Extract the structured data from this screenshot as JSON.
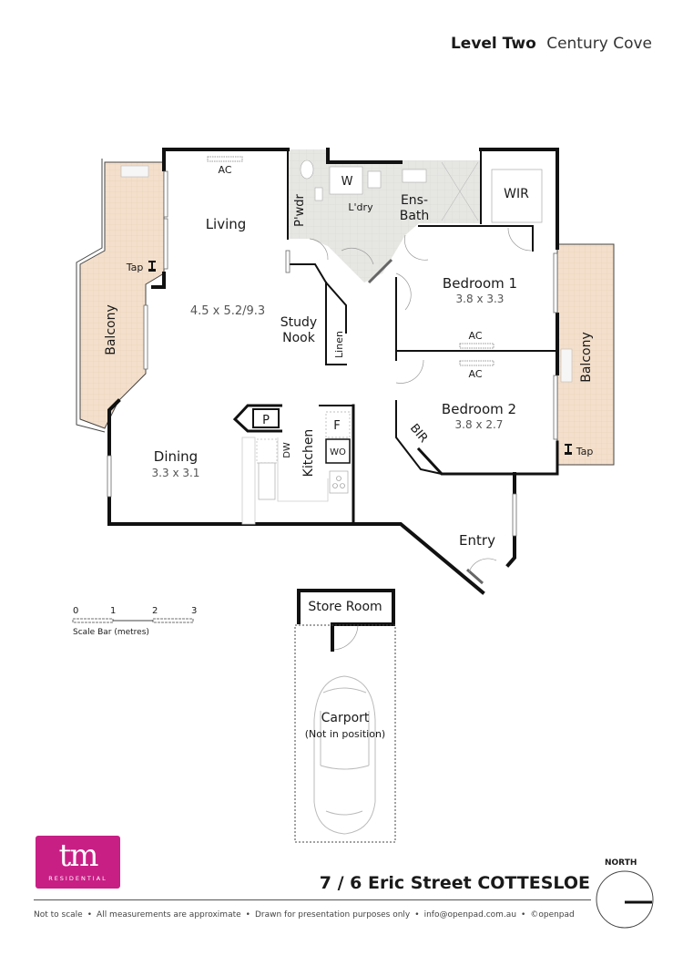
{
  "header": {
    "level": "Level Two",
    "building": "Century Cove"
  },
  "rooms": {
    "living": {
      "name": "Living",
      "dims": "4.5 x 5.2/9.3"
    },
    "dining": {
      "name": "Dining",
      "dims": "3.3 x 3.1"
    },
    "kitchen": {
      "name": "Kitchen"
    },
    "study": {
      "name_line1": "Study",
      "name_line2": "Nook"
    },
    "linen": {
      "name": "Linen"
    },
    "powder": {
      "name": "P'wdr"
    },
    "laundry": {
      "name": "L'dry"
    },
    "ensuite": {
      "name_line1": "Ens-",
      "name_line2": "Bath"
    },
    "wir": {
      "name": "WIR"
    },
    "bedroom1": {
      "name": "Bedroom 1",
      "dims": "3.8 x 3.3"
    },
    "bedroom2": {
      "name": "Bedroom 2",
      "dims": "3.8 x 2.7"
    },
    "bir": {
      "name": "BIR"
    },
    "balcony_west": {
      "name": "Balcony"
    },
    "balcony_east": {
      "name": "Balcony"
    },
    "entry": {
      "name": "Entry"
    },
    "store_room": {
      "name": "Store Room"
    },
    "carport": {
      "name": "Carport",
      "note": "(Not in position)"
    }
  },
  "fixtures": {
    "ac_living": "AC",
    "ac_bed1": "AC",
    "ac_bed2": "AC",
    "tap_west": "Tap",
    "tap_east": "Tap",
    "washer": "W",
    "pantry": "P",
    "dishwasher": "DW",
    "fridge": "F",
    "wall_oven": "WO"
  },
  "scale_bar": {
    "ticks": [
      "0",
      "1",
      "2",
      "3"
    ],
    "label": "Scale Bar (metres)"
  },
  "logo": {
    "mark": "tm",
    "sub": "RESIDENTIAL",
    "color": "#c81f85"
  },
  "address": "7 / 6 Eric Street COTTESLOE",
  "compass": {
    "label": "NORTH"
  },
  "disclaimer": [
    "Not to scale",
    "All measurements are approximate",
    "Drawn for presentation purposes only",
    "info@openpad.com.au",
    "©openpad"
  ],
  "colors": {
    "wall": "#111111",
    "balcony_fill": "#f3dfcb",
    "wet_area_fill": "#e6e6e3",
    "brand": "#c81f85"
  }
}
